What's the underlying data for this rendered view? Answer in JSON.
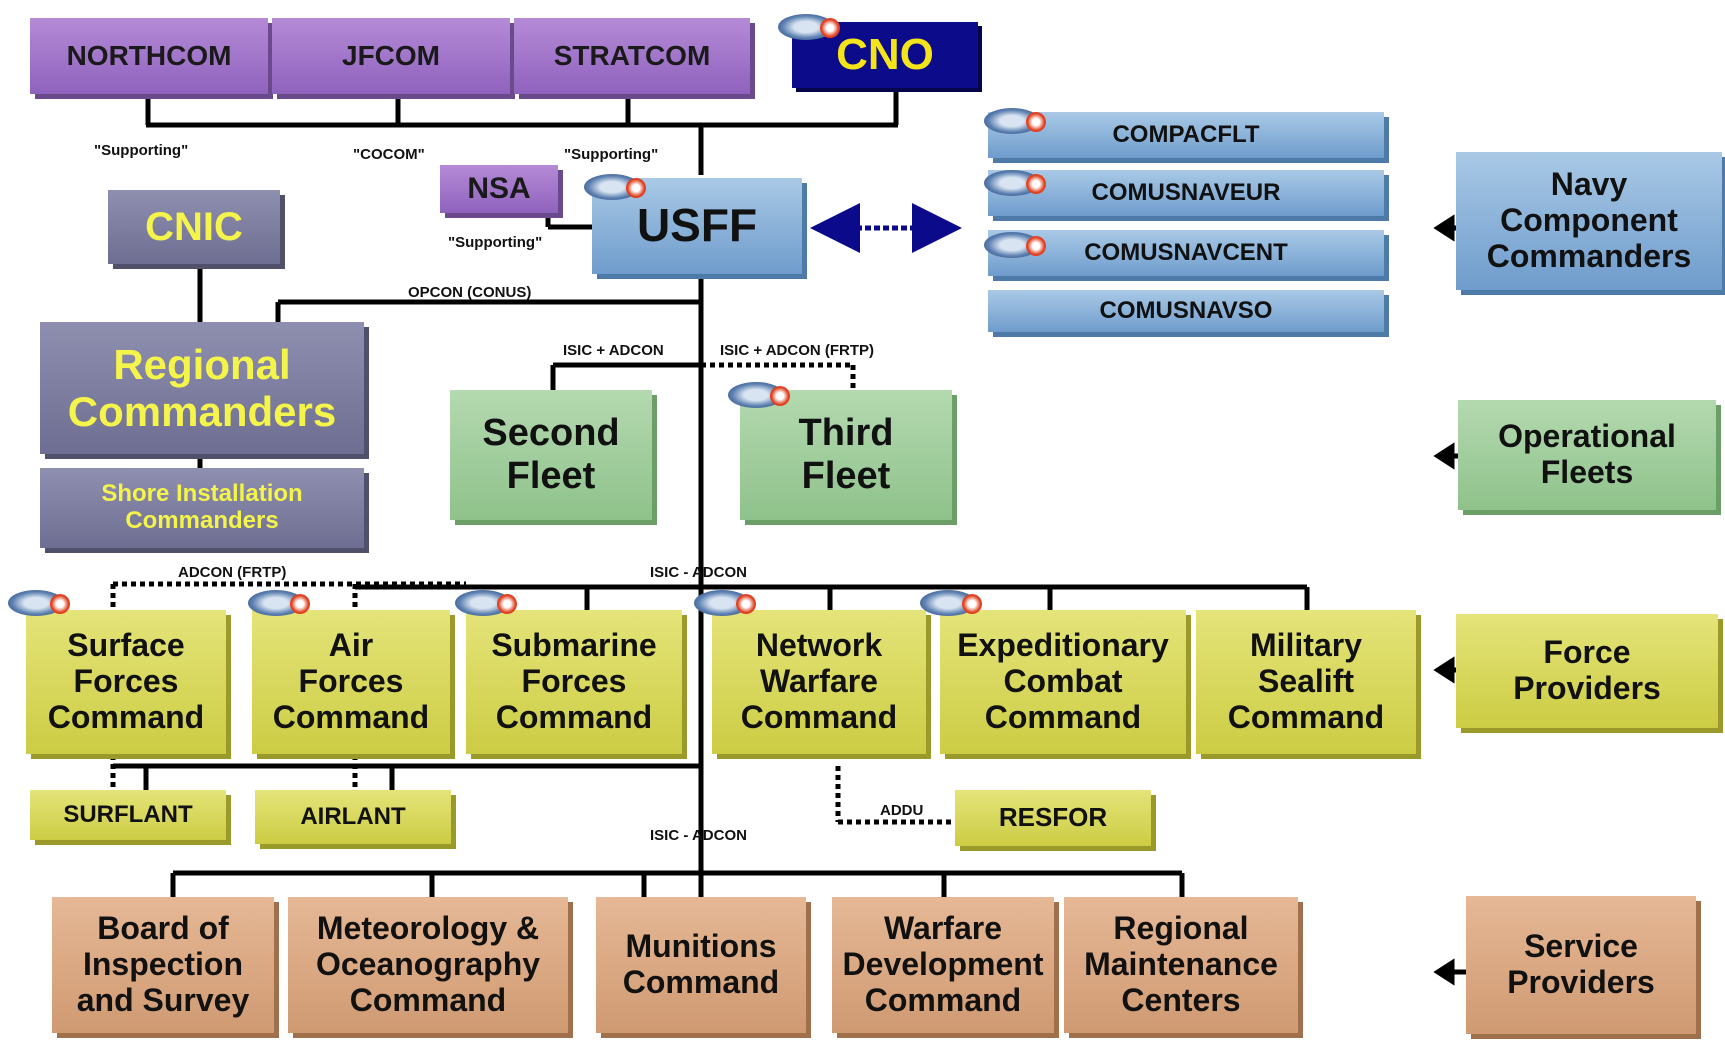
{
  "top_commands": {
    "northcom": "NORTHCOM",
    "jfcom": "JFCOM",
    "stratcom": "STRATCOM",
    "cno": "CNO"
  },
  "cnic": "CNIC",
  "nsa": "NSA",
  "usff": "USFF",
  "regional": {
    "title": "Regional\nCommanders",
    "shore": "Shore Installation\nCommanders"
  },
  "component_commanders": [
    "COMPACFLT",
    "COMUSNAVEUR",
    "COMUSNAVCENT",
    "COMUSNAVSO"
  ],
  "fleets": {
    "second": "Second\nFleet",
    "third": "Third\nFleet"
  },
  "force_commands": [
    "Surface\nForces\nCommand",
    "Air\nForces\nCommand",
    "Submarine\nForces\nCommand",
    "Network\nWarfare\nCommand",
    "Expeditionary\nCombat\nCommand",
    "Military\nSealift\nCommand"
  ],
  "type_commands": {
    "surflant": "SURFLANT",
    "airlant": "AIRLANT",
    "resfor": "RESFOR"
  },
  "service_commands": [
    "Board of\nInspection\nand Survey",
    "Meteorology &\nOceanography\nCommand",
    "Munitions\nCommand",
    "Warfare\nDevelopment\nCommand",
    "Regional\nMaintenance\nCenters"
  ],
  "legend": {
    "navy_component": "Navy\nComponent\nCommanders",
    "operational_fleets": "Operational\nFleets",
    "force_providers": "Force\nProviders",
    "service_providers": "Service\nProviders"
  },
  "relationship_labels": {
    "supporting_left": "\"Supporting\"",
    "cocom": "\"COCOM\"",
    "supporting_right": "\"Supporting\"",
    "supporting_nsa": "\"Supporting\"",
    "opcon": "OPCON (CONUS)",
    "isic_adcon_left": "ISIC + ADCON",
    "isic_adcon_frtp": "ISIC + ADCON (FRTP)",
    "adcon_frtp": "ADCON (FRTP)",
    "isic_adcon_mid": "ISIC - ADCON",
    "addu": "ADDU",
    "isic_adcon_bottom": "ISIC - ADCON"
  },
  "colors": {
    "purple": "#a57ccb",
    "slate": "#7d7da0",
    "blue": "#8db3da",
    "green": "#9fcd9b",
    "yellow": "#d8d85a",
    "tan": "#dba983",
    "cno_navy": "#0c0c8a",
    "accent_yellow": "#f4f44a"
  },
  "icons": [
    "navy-seal-icon",
    "left-arrow-icon",
    "double-arrow-icon"
  ]
}
